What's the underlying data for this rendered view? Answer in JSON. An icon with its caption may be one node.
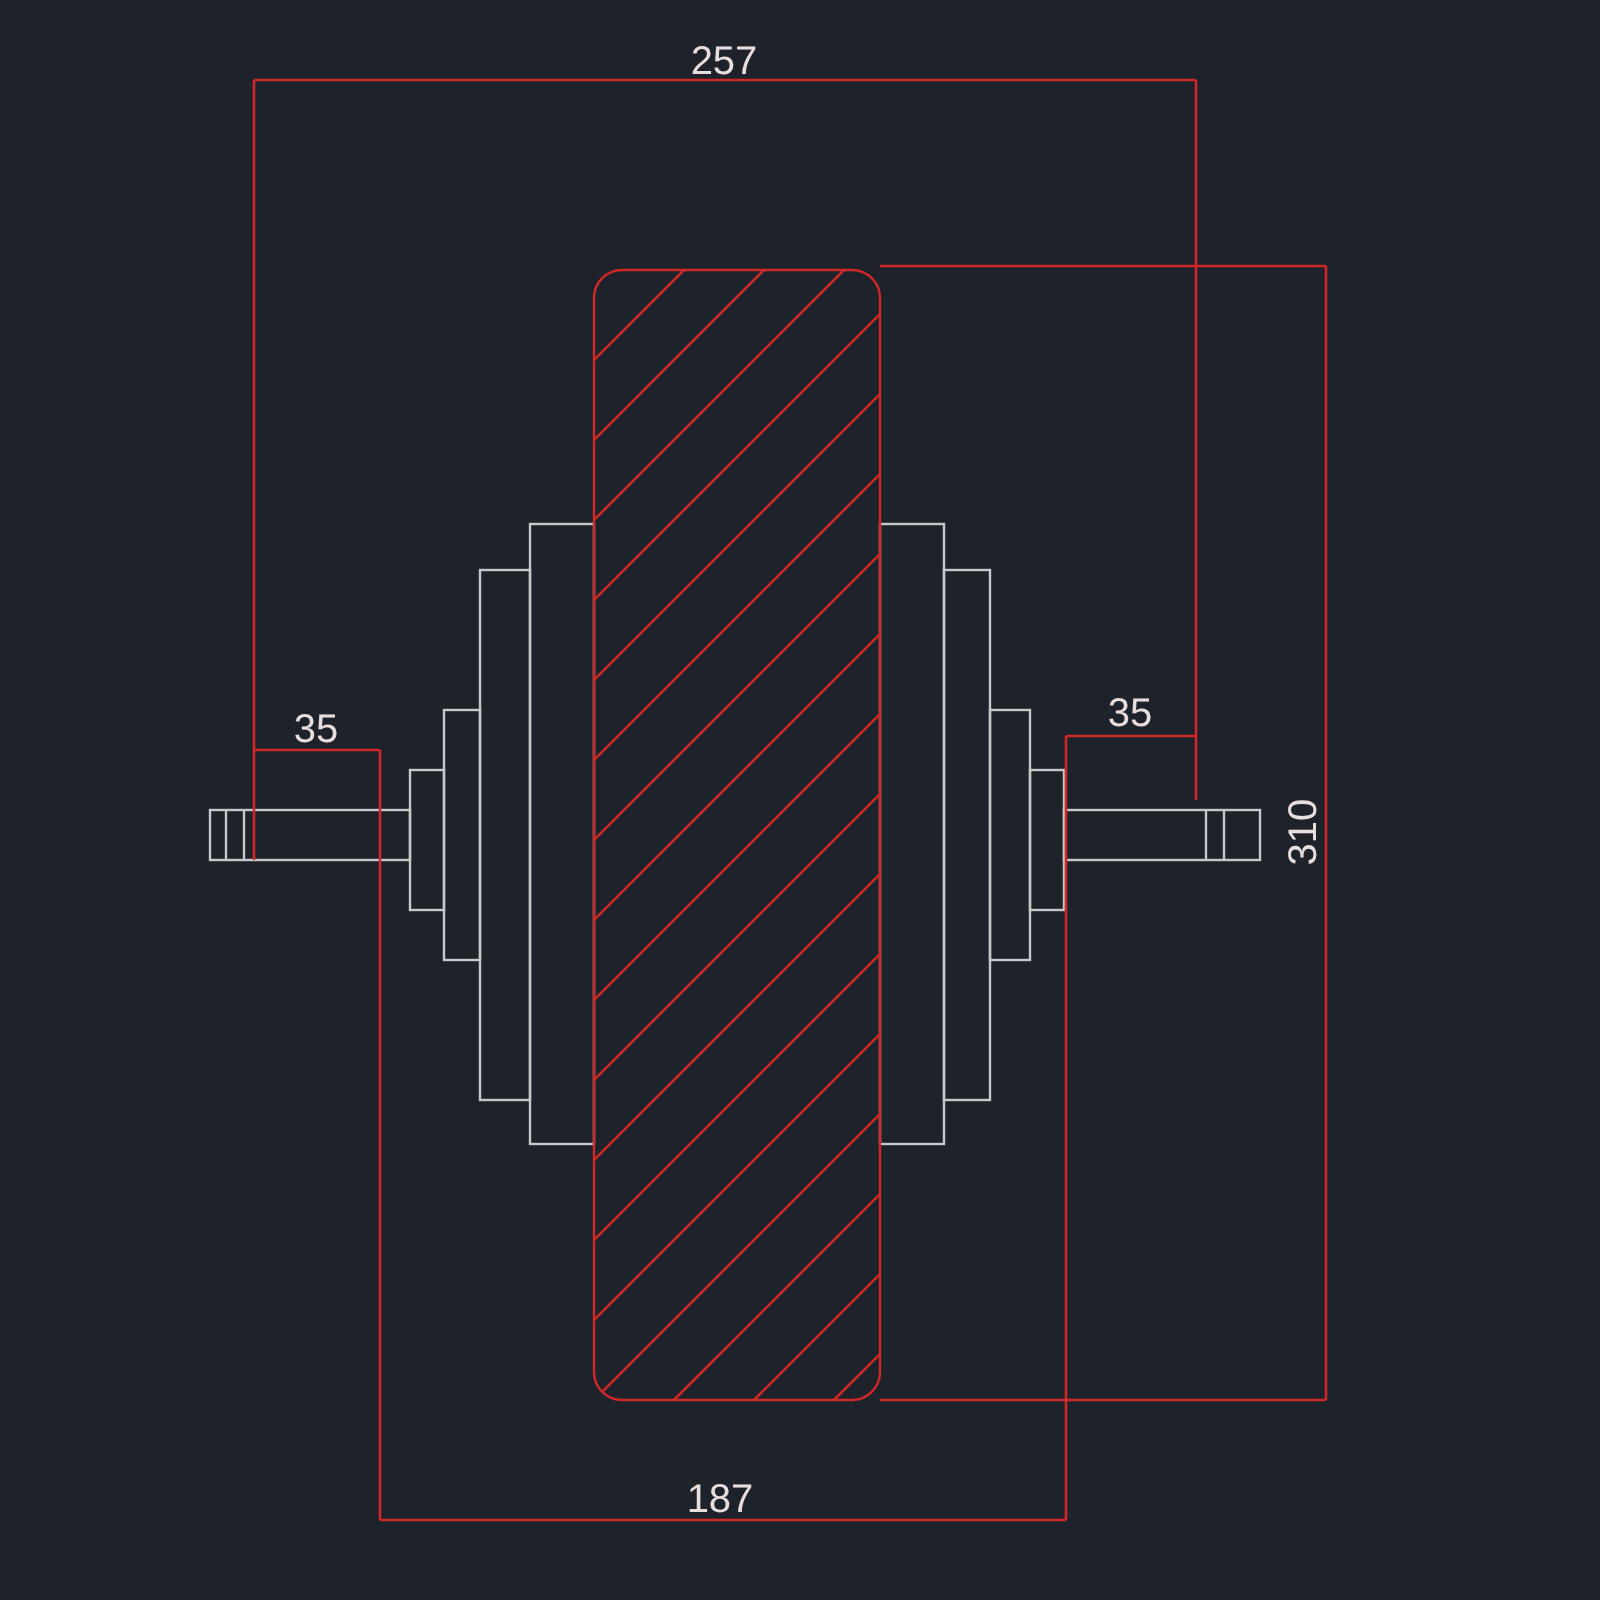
{
  "diagram": {
    "labels": [
      "257",
      "35",
      "35",
      "310",
      "187"
    ]
  }
}
